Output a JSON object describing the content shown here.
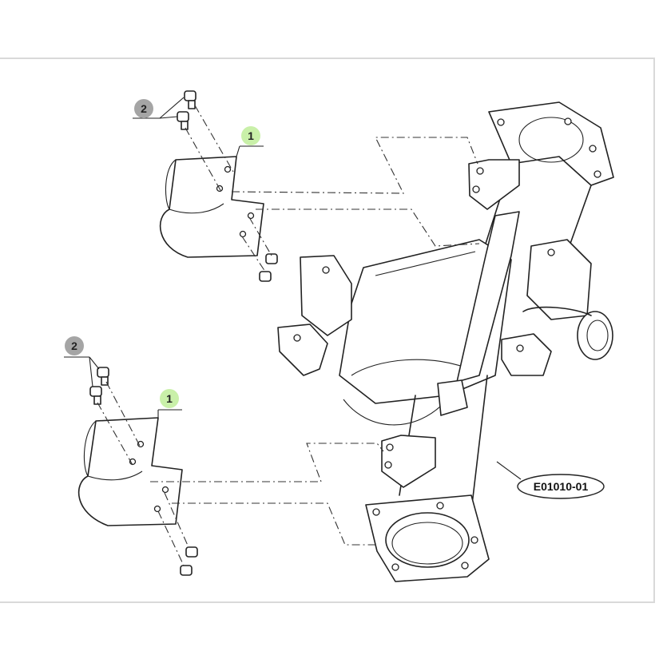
{
  "diagram": {
    "reference_code": "E01010-01",
    "callouts": [
      {
        "label": "2",
        "color": "#a5a5a5"
      },
      {
        "label": "1",
        "color": "#c9f0a9"
      },
      {
        "label": "2",
        "color": "#a5a5a5"
      },
      {
        "label": "1",
        "color": "#c9f0a9"
      }
    ]
  }
}
